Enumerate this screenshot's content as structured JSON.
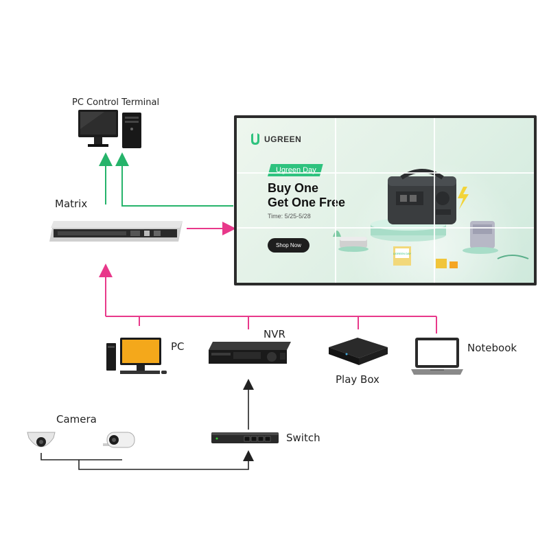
{
  "labels": {
    "pc_control_terminal": "PC Control Terminal",
    "matrix": "Matrix",
    "pc": "PC",
    "nvr": "NVR",
    "play_box": "Play Box",
    "notebook": "Notebook",
    "camera": "Camera",
    "switch": "Switch"
  },
  "video_wall": {
    "brand": "UGREEN",
    "badge": "Ugreen Day",
    "headline_line1": "Buy One",
    "headline_line2": "Get One Free",
    "time": "Time: 5/25-5/28",
    "button": "Shop Now",
    "mini_badge": "UGREEN DAY",
    "grid": {
      "columns": 3,
      "rows": 3
    }
  },
  "colors": {
    "control_link": "#25b36a",
    "video_link": "#e8388a",
    "network_link": "#222222",
    "brand_green": "#2ec27e"
  },
  "icons": [
    "desktop-pc-icon",
    "matrix-switcher-icon",
    "nvr-icon",
    "play-box-icon",
    "notebook-icon",
    "dome-camera-icon",
    "bullet-camera-icon",
    "network-switch-icon"
  ]
}
